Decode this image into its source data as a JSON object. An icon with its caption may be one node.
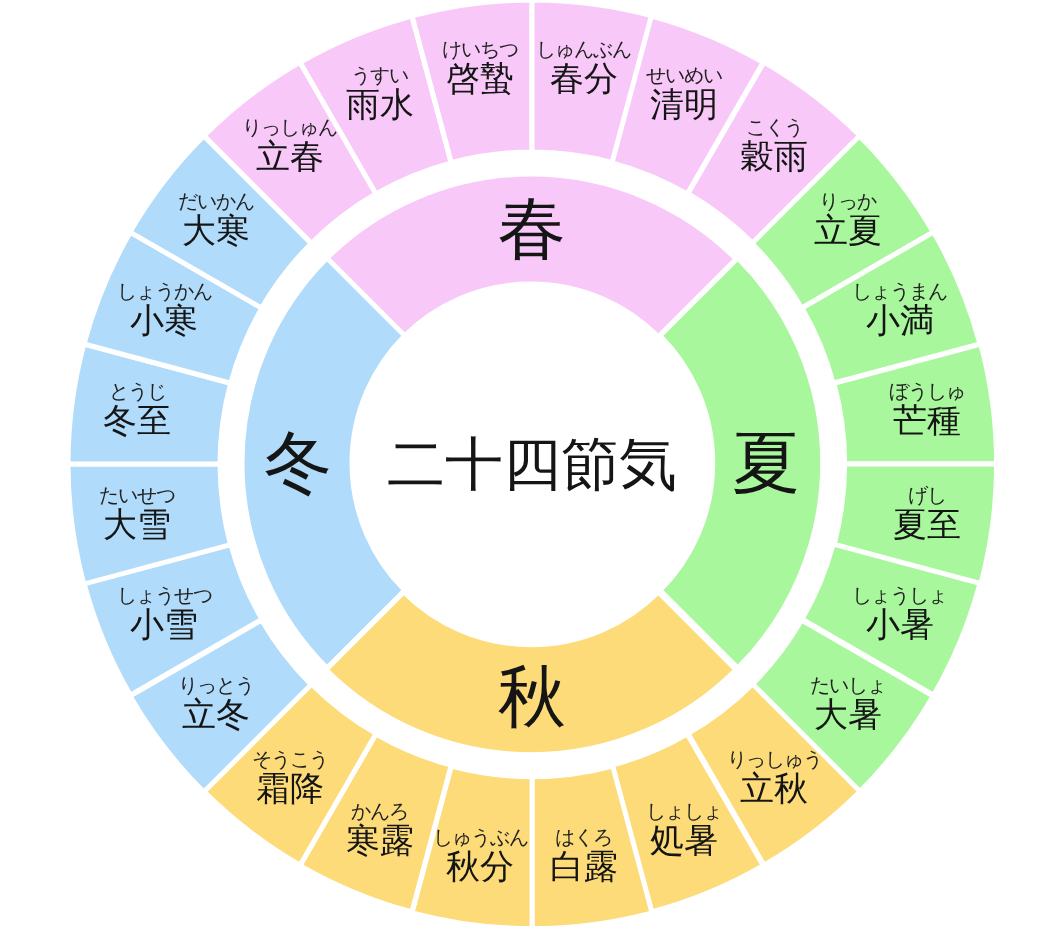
{
  "diagram": {
    "title": "二十四節気",
    "nodes": [
      {
        "text": [
          "春"
        ]
      },
      {
        "text": [
          "夏"
        ]
      },
      {
        "text": [
          "秋"
        ]
      },
      {
        "text": [
          "冬"
        ]
      },
      {
        "text": [
          "りっしゅん",
          "立春"
        ]
      },
      {
        "text": [
          "うすい",
          "雨水"
        ]
      },
      {
        "text": [
          "けいちつ",
          "啓蟄"
        ]
      },
      {
        "text": [
          "しゅんぶん",
          "春分"
        ]
      },
      {
        "text": [
          "せいめい",
          "清明"
        ]
      },
      {
        "text": [
          "こくう",
          "穀雨"
        ]
      },
      {
        "text": [
          "りっか",
          "立夏"
        ]
      },
      {
        "text": [
          "しょうまん",
          "小満"
        ]
      },
      {
        "text": [
          "ぼうしゅ",
          "芒種"
        ]
      },
      {
        "text": [
          "げし",
          "夏至"
        ]
      },
      {
        "text": [
          "しょうしょ",
          "小暑"
        ]
      },
      {
        "text": [
          "たいしょ",
          "大暑"
        ]
      },
      {
        "text": [
          "りっしゅう",
          "立秋"
        ]
      },
      {
        "text": [
          "しょしょ",
          "処暑"
        ]
      },
      {
        "text": [
          "はくろ",
          "白露"
        ]
      },
      {
        "text": [
          "しゅうぶん",
          "秋分"
        ]
      },
      {
        "text": [
          "かんろ",
          "寒露"
        ]
      },
      {
        "text": [
          "そうこう",
          "霜降"
        ]
      },
      {
        "text": [
          "りっとう",
          "立冬"
        ]
      },
      {
        "text": [
          "しょうせつ",
          "小雪"
        ]
      },
      {
        "text": [
          "たいせつ",
          "大雪"
        ]
      },
      {
        "text": [
          "とうじ",
          "冬至"
        ]
      },
      {
        "text": [
          "しょうかん",
          "小寒"
        ]
      },
      {
        "text": [
          "だいかん",
          "大寒"
        ]
      }
    ]
  }
}
